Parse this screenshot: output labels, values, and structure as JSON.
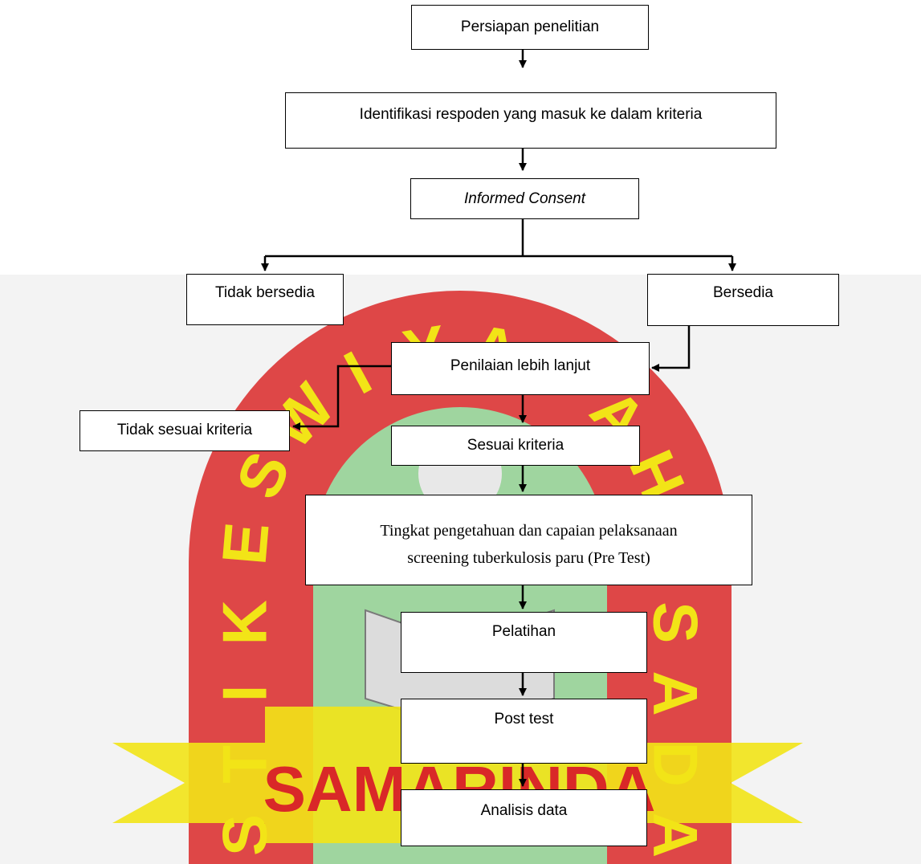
{
  "watermark": {
    "ring_text": [
      "S",
      "T",
      "I",
      "K",
      "E",
      "S",
      "W",
      "I",
      "Y",
      "A",
      "T",
      "A",
      "H",
      "U",
      "S",
      "A",
      "D",
      "A"
    ],
    "banner_text": "SAMARINDA",
    "colors": {
      "ring": "#d92828",
      "letters": "#f2e417",
      "inner": "#9fd59f",
      "book": "#dcdcdc"
    }
  },
  "boxes": {
    "persiapan": "Persiapan penelitian",
    "identifikasi": "Identifikasi respoden yang masuk ke dalam kriteria",
    "informed_consent": "Informed Consent",
    "tidak_bersedia": "Tidak bersedia",
    "bersedia": "Bersedia",
    "penilaian": "Penilaian lebih lanjut",
    "tidak_sesuai": "Tidak sesuai kriteria",
    "sesuai": "Sesuai kriteria",
    "pretest_line1": "Tingkat pengetahuan dan capaian pelaksanaan",
    "pretest_line2": "screening tuberkulosis paru (Pre Test)",
    "pelatihan": "Pelatihan",
    "posttest": "Post test",
    "analisis": "Analisis data"
  }
}
